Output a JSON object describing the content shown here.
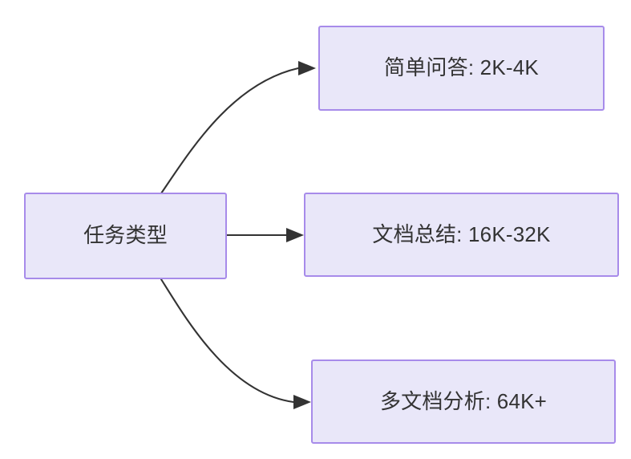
{
  "diagram": {
    "type": "flowchart",
    "orientation": "left-to-right",
    "background_color": "#ffffff",
    "node_fill_color": "#e9e7f9",
    "node_border_color": "#a78bea",
    "edge_color": "#333333",
    "text_color": "#333333",
    "nodes": [
      {
        "id": "source",
        "label": "任务类型",
        "role": "root"
      },
      {
        "id": "simple-qa",
        "label": "简单问答: 2K-4K",
        "role": "leaf"
      },
      {
        "id": "doc-summary",
        "label": "文档总结: 16K-32K",
        "role": "leaf"
      },
      {
        "id": "multi-doc",
        "label": "多文档分析: 64K+",
        "role": "leaf"
      }
    ],
    "edges": [
      {
        "id": "edge-source-to-simple-qa",
        "from": "source",
        "to": "simple-qa",
        "label": "",
        "style": "curved-arrow"
      },
      {
        "id": "edge-source-to-doc-summary",
        "from": "source",
        "to": "doc-summary",
        "label": "",
        "style": "straight-arrow"
      },
      {
        "id": "edge-source-to-multi-doc",
        "from": "source",
        "to": "multi-doc",
        "label": "",
        "style": "curved-arrow"
      }
    ]
  }
}
